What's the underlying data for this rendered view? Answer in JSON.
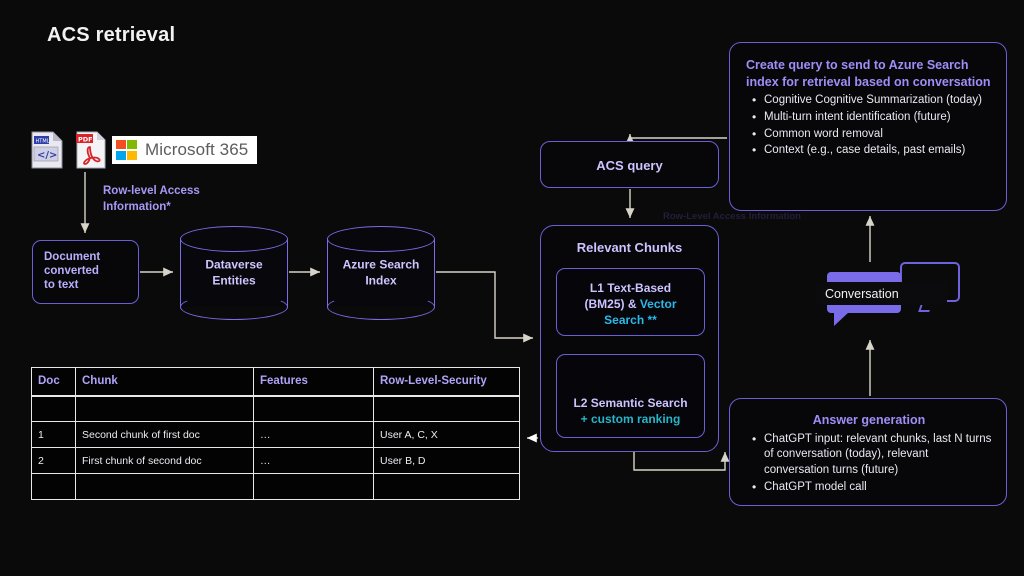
{
  "title": "ACS retrieval",
  "colors": {
    "background": "#0a0a0a",
    "node_border": "#6b5fd6",
    "heading_purple": "#a08df7",
    "label_lavender": "#cdc3ff",
    "accent_cyan": "#2bb9e8",
    "accent_teal": "#27b6c9",
    "bubble_fill": "#7a6ce8",
    "wire": "#d8d4c8",
    "table_grid": "#e8e8ea"
  },
  "sources": {
    "icons": [
      "html-file-icon",
      "pdf-file-icon"
    ],
    "ms365": {
      "name": "Microsoft 365",
      "logo": "microsoft-squares-icon"
    }
  },
  "annotations": {
    "row_level_access": "Row-level Access\nInformation*",
    "row_level_access_line1": "Row-level Access",
    "row_level_access_line2": "Information*",
    "ghost_label": "Row-Level Access Information"
  },
  "nodes": {
    "doc_converted": {
      "line1": "Document",
      "line2": "converted",
      "line3": "to text"
    },
    "dataverse": {
      "line1": "Dataverse",
      "line2": "Entities"
    },
    "azure_index": {
      "line1": "Azure Search",
      "line2": "Index"
    },
    "acs_query": {
      "label": "ACS query"
    },
    "relevant_chunks": {
      "label": "Relevant Chunks"
    },
    "chunk_l1": {
      "line1": "L1 Text-Based",
      "line2_plain": "(BM25) & ",
      "line2_accent": "Vector",
      "line3_accent": "Search **"
    },
    "chunk_l2": {
      "line1": "L2 Semantic Search",
      "line2_accent": "+ custom ranking"
    },
    "conversation": {
      "label": "Conversation"
    }
  },
  "create_query_box": {
    "heading": "Create query to send to Azure Search index for retrieval based on conversation",
    "bullets": [
      "Cognitive Cognitive Summarization (today)",
      "Multi-turn intent identification (future)",
      "Common word removal",
      "Context (e.g., case details, past emails)"
    ]
  },
  "answer_generation_box": {
    "heading": "Answer generation",
    "bullets": [
      "ChatGPT input: relevant chunks, last N turns of conversation (today), relevant conversation turns (future)",
      "ChatGPT model call"
    ]
  },
  "table": {
    "headers": [
      "Doc",
      "Chunk",
      "Features",
      "Row-Level-Security"
    ],
    "rows": [
      [
        "",
        "",
        "",
        ""
      ],
      [
        "1",
        "Second chunk of first doc",
        "…",
        "User A, C, X"
      ],
      [
        "2",
        "First chunk of second doc",
        "…",
        "User B, D"
      ],
      [
        "",
        "",
        "",
        ""
      ]
    ]
  }
}
